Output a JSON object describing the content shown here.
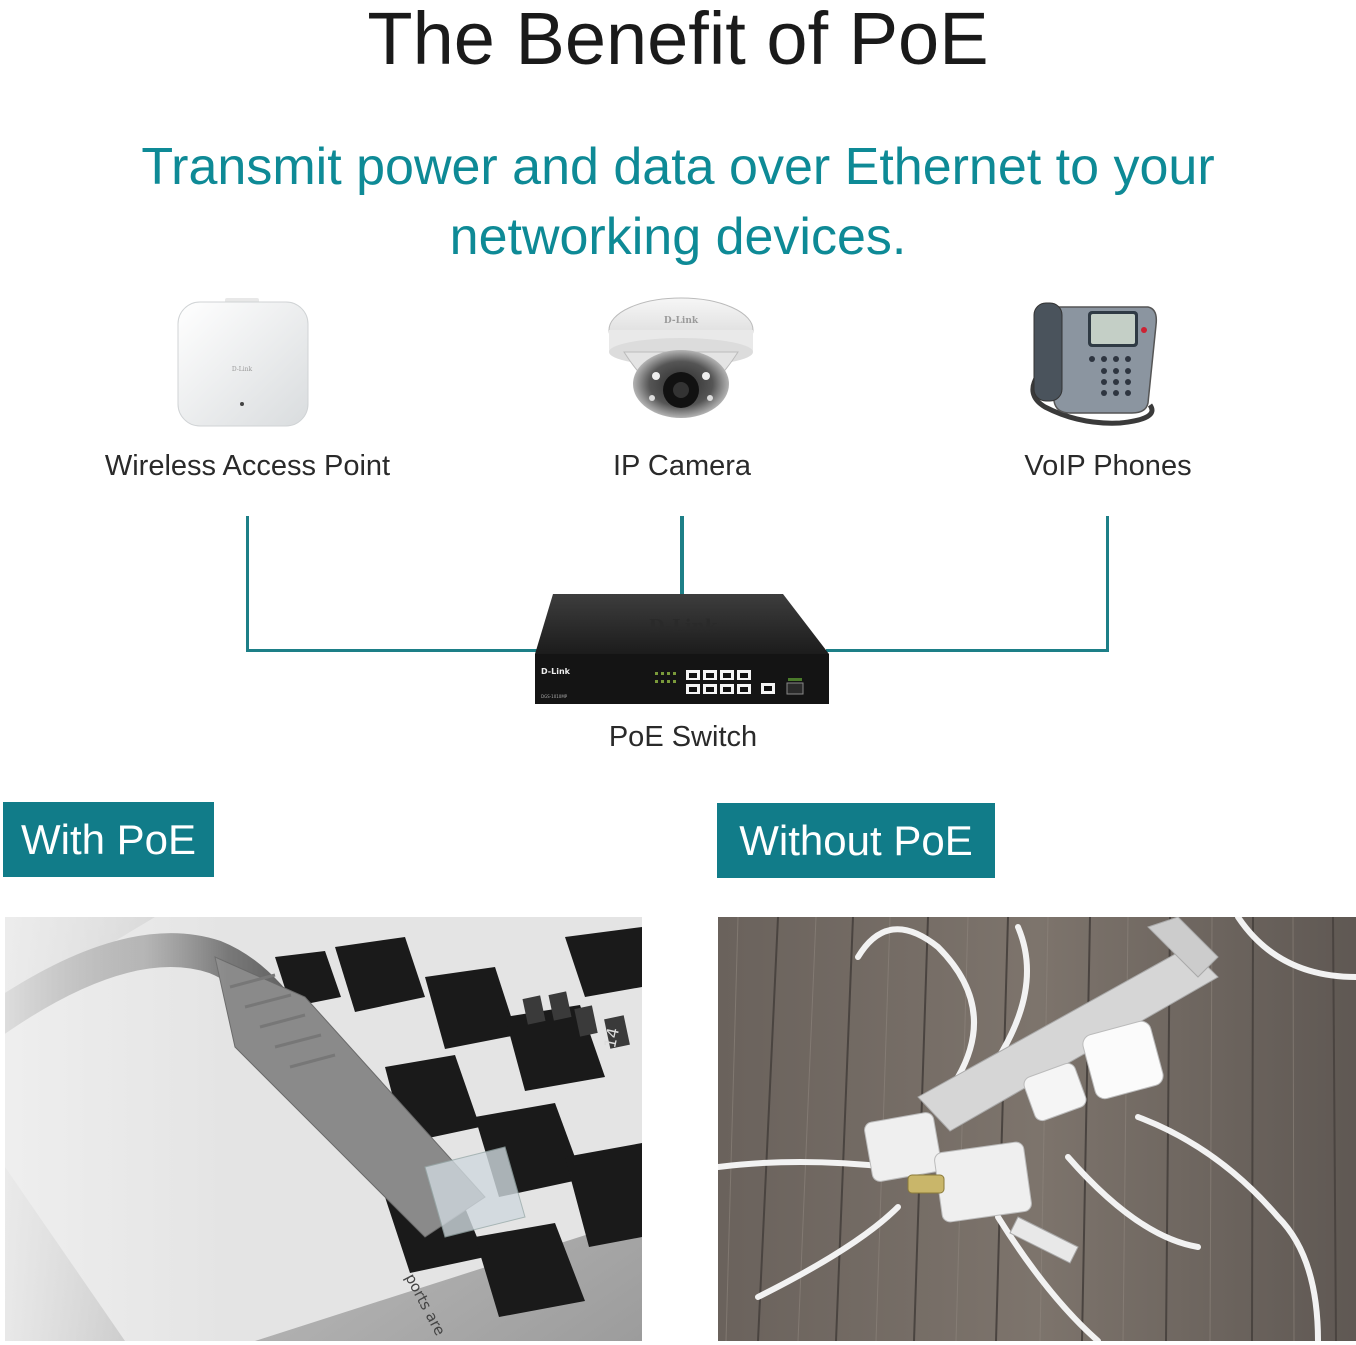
{
  "header": {
    "title": "The Benefit of PoE",
    "subtitle": "Transmit power and data over Ethernet to your networking devices."
  },
  "devices": {
    "access_point": {
      "label": "Wireless Access Point",
      "brand": "D-Link"
    },
    "camera": {
      "label": "IP Camera",
      "brand": "D-Link"
    },
    "phone": {
      "label": "VoIP Phones"
    },
    "switch": {
      "label": "PoE Switch",
      "brand": "D-Link",
      "front_brand": "D-Link",
      "model": "DGS-1010MP"
    }
  },
  "comparison": {
    "with_label": "With PoE",
    "without_label": "Without PoE",
    "with_photo_text": "ports are",
    "with_photo_port": "14"
  },
  "colors": {
    "accent": "#0e8a96",
    "badge_bg": "#117c89",
    "connector": "#1d7f87"
  }
}
